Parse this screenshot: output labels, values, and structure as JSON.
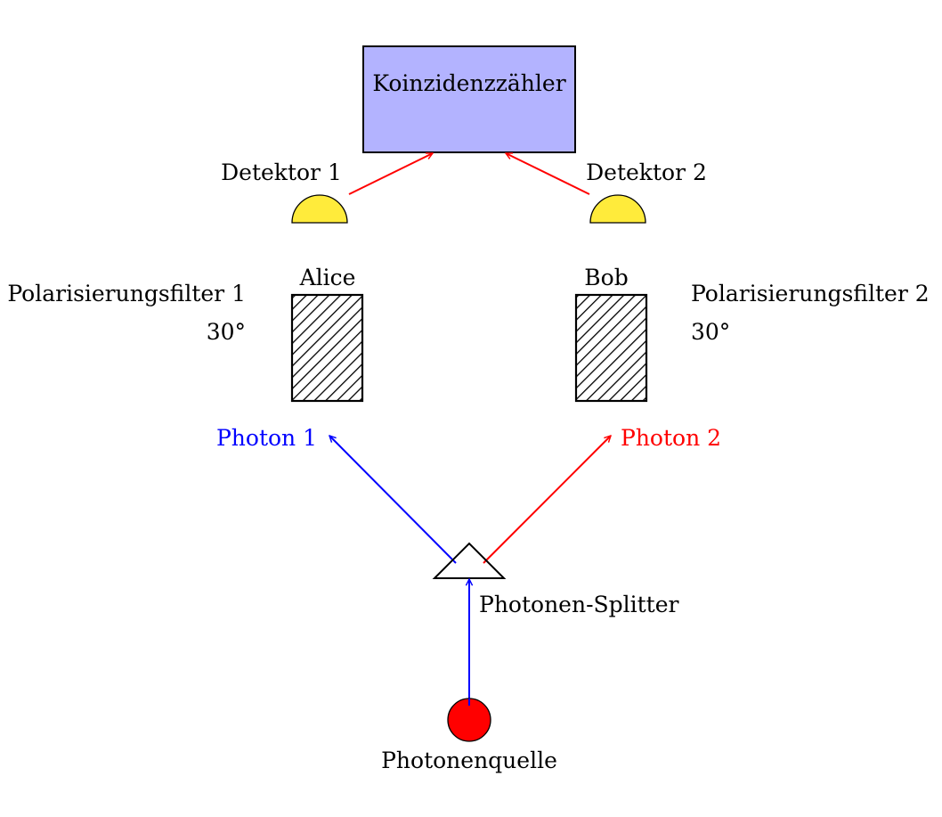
{
  "diagram": {
    "coincidence_counter": {
      "label": "Koinzidenzzähler",
      "fill": "#b3b3ff"
    },
    "detector_1": {
      "label": "Detektor 1",
      "fill": "#ffeb3b"
    },
    "detector_2": {
      "label": "Detektor 2",
      "fill": "#ffeb3b"
    },
    "alice": {
      "label": "Alice"
    },
    "bob": {
      "label": "Bob"
    },
    "filter_1": {
      "label": "Polarisierungsfilter 1",
      "angle": "30°"
    },
    "filter_2": {
      "label": "Polarisierungsfilter 2",
      "angle": "30°"
    },
    "photon_1": {
      "label": "Photon 1",
      "color": "#0000ff"
    },
    "photon_2": {
      "label": "Photon 2",
      "color": "#ff0000"
    },
    "splitter": {
      "label": "Photonen-Splitter"
    },
    "source": {
      "label": "Photonenquelle",
      "fill": "#ff0000"
    },
    "detector_arrow_color": "#ff0000",
    "source_beam_color": "#0000ff"
  }
}
